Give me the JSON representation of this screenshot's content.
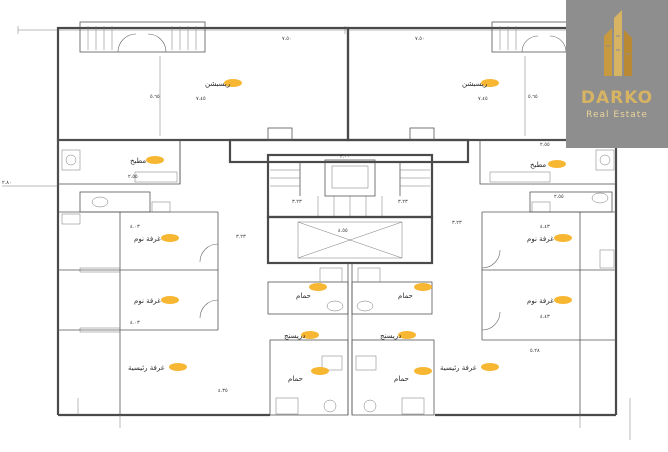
{
  "plan": {
    "rooms": [
      {
        "id": "reception-left",
        "label": "ريسبشن"
      },
      {
        "id": "reception-right",
        "label": "ريسبشن"
      },
      {
        "id": "kitchen-left",
        "label": "مطبخ"
      },
      {
        "id": "kitchen-right",
        "label": "مطبخ"
      },
      {
        "id": "bedroom-left-1",
        "label": "غرفة نوم"
      },
      {
        "id": "bedroom-left-2",
        "label": "غرفة نوم"
      },
      {
        "id": "master-left",
        "label": "غرفة رئيسية"
      },
      {
        "id": "bedroom-right-1",
        "label": "غرفة نوم"
      },
      {
        "id": "bedroom-right-2",
        "label": "غرفة نوم"
      },
      {
        "id": "master-right",
        "label": "غرفة رئيسية"
      },
      {
        "id": "bath-left",
        "label": "حمام"
      },
      {
        "id": "bath-right",
        "label": "حمام"
      },
      {
        "id": "dress-left",
        "label": "دريسنج"
      },
      {
        "id": "dress-right",
        "label": "دريسنج"
      },
      {
        "id": "bath2-left",
        "label": "حمام"
      },
      {
        "id": "bath2-right",
        "label": "حمام"
      }
    ],
    "dimensions": {
      "top_left_width": "٧.٥٠",
      "top_right_width": "٧.٥٠",
      "reception_left_depth": "٥.٦٥",
      "reception_right_depth": "٥.٦٥",
      "reception_left_width": "٧.٤٥",
      "reception_right_width": "٧.٤٥",
      "kitchen_left": "٢.٥٥",
      "kitchen_right": "٢.٥٥",
      "left_edge": "٢.٨٠",
      "stair_top": "٣.٠٠",
      "bed_left_1": "٤.٠٣",
      "bed_left_2": "٤.٠٣",
      "bed_right_1": "٤.٤٣",
      "bed_right_2": "٤.٤٣",
      "corridor_left": "٣.٢٣",
      "corridor_right": "٣.٢٣",
      "master_right_w": "٥.٢٨",
      "master_side": "٤.٣٥",
      "stair_dim": "٤.٥٥"
    }
  },
  "logo": {
    "brand": "DARKO",
    "sub": "Real Estate",
    "color": "#d7b463"
  },
  "colors": {
    "line": "#4a4a4a",
    "tag": "#f7b733",
    "background": "#ffffff"
  }
}
